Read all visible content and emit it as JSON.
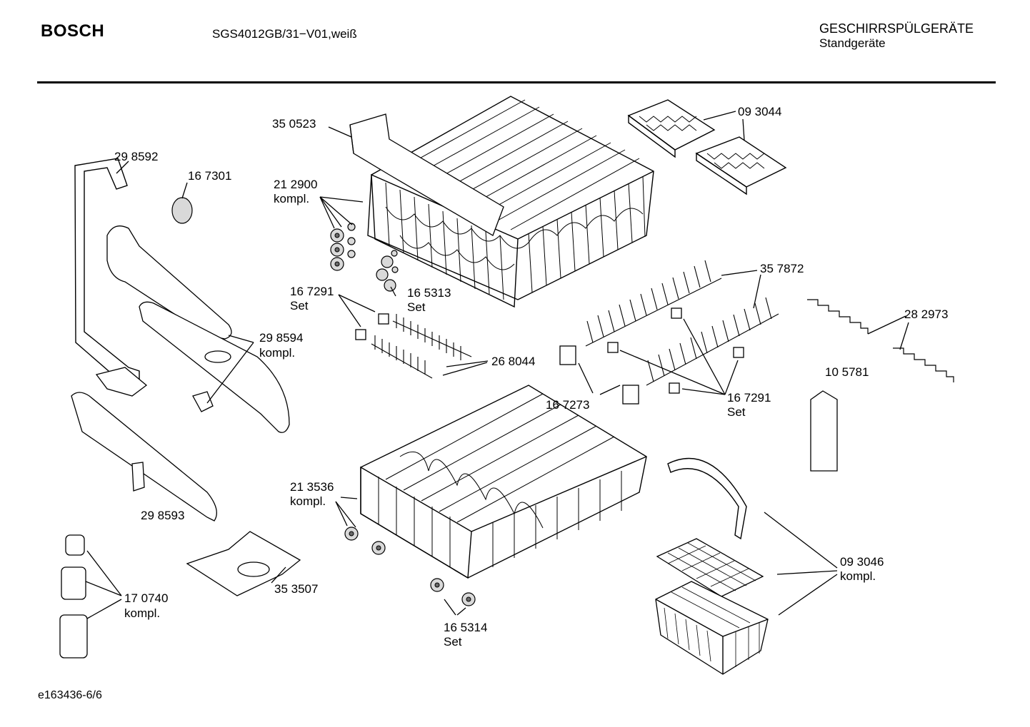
{
  "header": {
    "brand": "BOSCH",
    "model": "SGS4012GB/31−V01,weiß",
    "category": "GESCHIRRSPÜLGERÄTE",
    "subcategory": "Standgeräte"
  },
  "footer": {
    "code": "e163436-6/6"
  },
  "labels": {
    "p350523": "35 0523",
    "p093044": "09 3044",
    "p298592": "29 8592",
    "p167301": "16 7301",
    "p212900": "21 2900",
    "p212900_note": "kompl.",
    "p167291a": "16 7291",
    "p167291a_note": "Set",
    "p165313": "16 5313",
    "p165313_note": "Set",
    "p357872": "35 7872",
    "p282973": "28 2973",
    "p298594": "29 8594",
    "p298594_note": "kompl.",
    "p268044": "26 8044",
    "p105781": "10 5781",
    "p167273": "16 7273",
    "p167291b": "16 7291",
    "p167291b_note": "Set",
    "p213536": "21 3536",
    "p213536_note": "kompl.",
    "p298593": "29 8593",
    "p093046": "09 3046",
    "p093046_note": "kompl.",
    "p353507": "35 3507",
    "p170740": "17 0740",
    "p170740_note": "kompl.",
    "p165314": "16 5314",
    "p165314_note": "Set"
  }
}
